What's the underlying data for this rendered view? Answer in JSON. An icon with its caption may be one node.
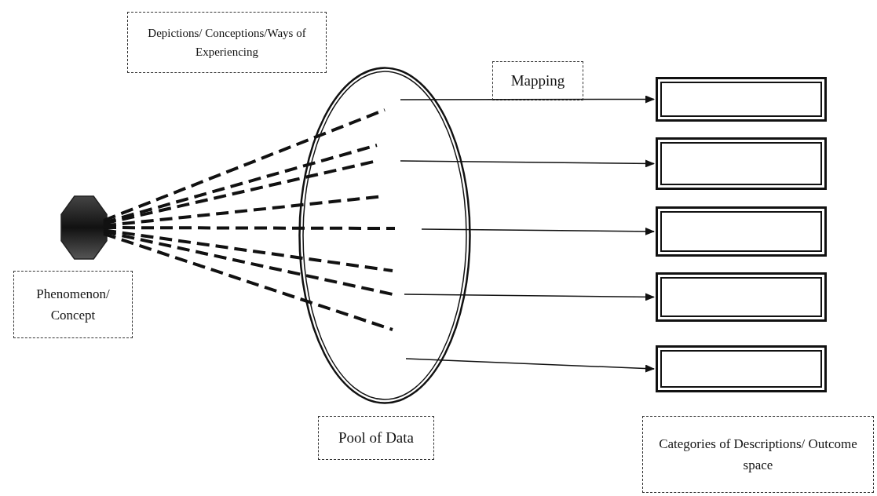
{
  "diagram": {
    "nodes": [
      {
        "text": [],
        "shape": "octagon"
      },
      {
        "text": [
          "Phenomenon/ Concept"
        ]
      },
      {
        "text": [
          "Depictions/ Conceptions/Ways of Experiencing"
        ]
      },
      {
        "text": [],
        "shape": "ellipse"
      },
      {
        "text": [
          "Pool of Data"
        ]
      },
      {
        "text": [
          "Mapping"
        ]
      },
      {
        "text": [],
        "shape": "box"
      },
      {
        "text": [],
        "shape": "box"
      },
      {
        "text": [],
        "shape": "box"
      },
      {
        "text": [],
        "shape": "box"
      },
      {
        "text": [],
        "shape": "box"
      },
      {
        "text": [
          "Categories of Descriptions/ Outcome space"
        ]
      }
    ],
    "edges": [
      {
        "from": 0,
        "to": 3,
        "arrow": "none",
        "style": "dashed"
      },
      {
        "from": 0,
        "to": 3,
        "arrow": "none",
        "style": "dashed"
      },
      {
        "from": 0,
        "to": 3,
        "arrow": "none",
        "style": "dashed"
      },
      {
        "from": 0,
        "to": 3,
        "arrow": "none",
        "style": "dashed"
      },
      {
        "from": 0,
        "to": 3,
        "arrow": "none",
        "style": "dashed"
      },
      {
        "from": 0,
        "to": 3,
        "arrow": "none",
        "style": "dashed"
      },
      {
        "from": 0,
        "to": 3,
        "arrow": "none",
        "style": "dashed"
      },
      {
        "from": 0,
        "to": 3,
        "arrow": "none",
        "style": "dashed"
      },
      {
        "from": 3,
        "to": 6,
        "arrow": "to"
      },
      {
        "from": 3,
        "to": 7,
        "arrow": "to"
      },
      {
        "from": 3,
        "to": 8,
        "arrow": "to"
      },
      {
        "from": 3,
        "to": 9,
        "arrow": "to"
      },
      {
        "from": 3,
        "to": 10,
        "arrow": "to"
      }
    ]
  }
}
